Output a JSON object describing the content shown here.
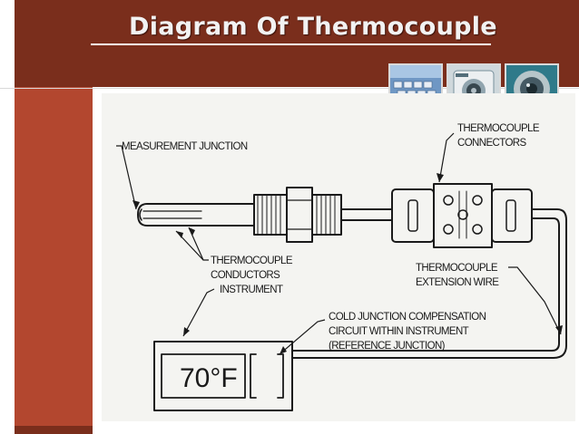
{
  "slide": {
    "title": "Diagram Of Thermocouple"
  },
  "diagram": {
    "labels": {
      "measurement_junction": "MEASUREMENT JUNCTION",
      "thermocouple_connectors_line1": "THERMOCOUPLE",
      "thermocouple_connectors_line2": "CONNECTORS",
      "thermocouple_conductors_line1": "THERMOCOUPLE",
      "thermocouple_conductors_line2": "CONDUCTORS",
      "extension_wire_line1": "THERMOCOUPLE",
      "extension_wire_line2": "EXTENSION WIRE",
      "instrument": "INSTRUMENT",
      "cjc_line1": "COLD JUNCTION COMPENSATION",
      "cjc_line2": "CIRCUIT WITHIN INSTRUMENT",
      "cjc_line3": "(REFERENCE JUNCTION)"
    },
    "display_value": "70°F"
  },
  "thumbnails": [
    {
      "name": "keyboard-thumbnail"
    },
    {
      "name": "device-thumbnail"
    },
    {
      "name": "lens-thumbnail"
    }
  ],
  "colors": {
    "header": "#7a2e1c",
    "left_bar": "#b3472f",
    "title_text": "#f2f2f2"
  }
}
